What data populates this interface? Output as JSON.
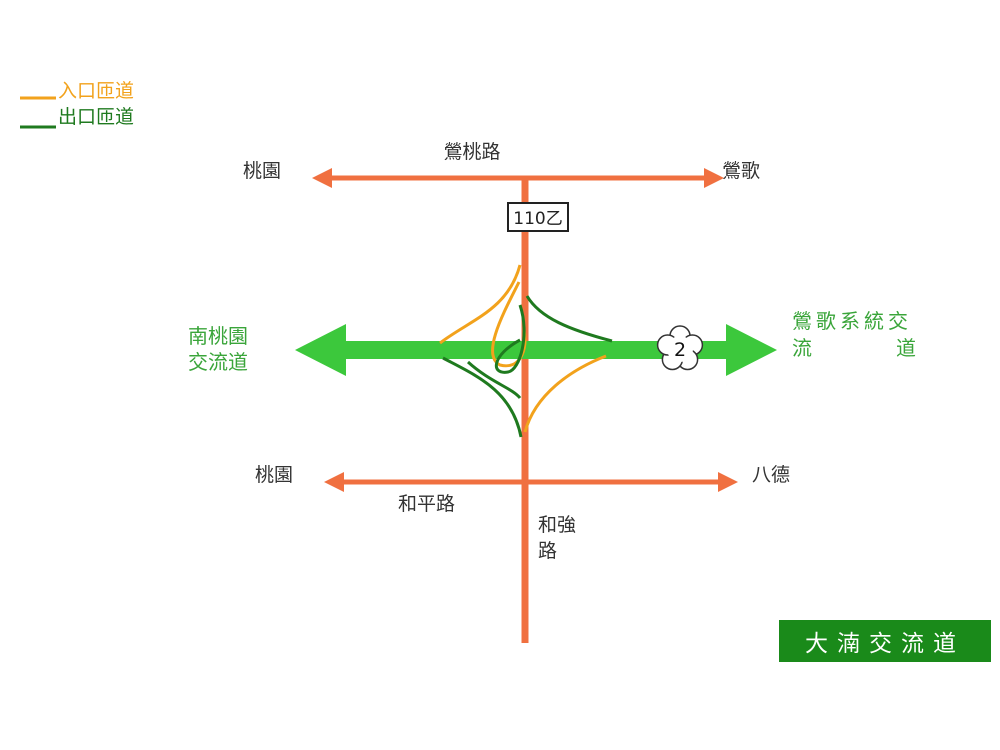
{
  "legend": [
    {
      "label": "入口匝道",
      "color": "#f2a21c"
    },
    {
      "label": "出口匝道",
      "color": "#1f7a1f"
    }
  ],
  "roads": {
    "top_road_name": "鶯桃路",
    "top_left": "桃園",
    "top_right": "鶯歌",
    "route_shield": "110乙",
    "bottom_road_name": "和平路",
    "bottom_left": "桃園",
    "bottom_right": "八德",
    "vertical_road_line1": "和強",
    "vertical_road_line2": "路"
  },
  "freeway": {
    "shield_number": "2",
    "west_line1": "南桃園",
    "west_line2": "交流道",
    "east_line1": "鶯歌系統交",
    "east_line2_a": "流",
    "east_line2_b": "道"
  },
  "title": "大湳交流道",
  "colors": {
    "local_road": "#f07040",
    "freeway": "#3cc83c",
    "title_bg": "#1a8a1a"
  }
}
